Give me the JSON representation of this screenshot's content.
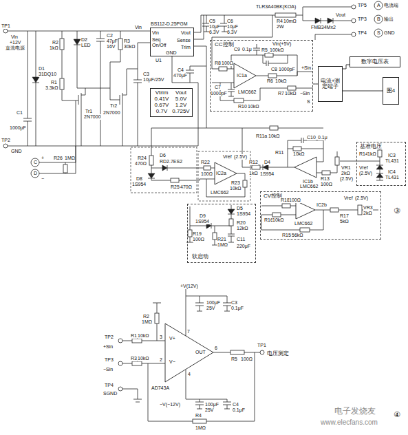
{
  "diagram": {
    "nodes": [
      {
        "text": [
          "CC控制"
        ]
      },
      {
        "text": [
          "电流+测定端子"
        ]
      },
      {
        "text": [
          "数字电压表"
        ]
      },
      {
        "text": [
          "图4"
        ]
      },
      {
        "text": [
          "基准电压"
        ]
      },
      {
        "text": [
          "CV控制"
        ]
      },
      {
        "text": [
          "软启动"
        ]
      },
      {
        "text": [
          "BS112-D.25PGM",
          "Vin",
          "Seq",
          "On/Off",
          "GND",
          "Vout",
          "Sense",
          "Trim"
        ]
      },
      {
        "text": [
          "Vtrim",
          "Vout",
          "0.41V",
          "5.0V",
          "0.67V",
          "1.2V",
          "0.7V",
          "0.725V"
        ]
      }
    ],
    "edges": [
      {
        "from": 0,
        "to": 1,
        "arrow": "none"
      },
      {
        "from": 1,
        "to": 2,
        "arrow": "none"
      },
      {
        "from": 1,
        "to": 3,
        "arrow": "none"
      }
    ],
    "labels": [
      "TP1",
      "Vin",
      "+12V",
      "直流电源",
      "D1",
      "31DQ10",
      "C1",
      "1000μF",
      "TP2",
      "GND",
      "R2",
      "1kΩ",
      "D2",
      "LED",
      "C2",
      "47μF",
      "16V",
      "R3",
      "30kΩ",
      "C3",
      "10μF/25V",
      "R1",
      "3.3kΩ",
      "Tr1",
      "2N7000",
      "Tr2",
      "2N7000",
      "C",
      "+",
      "D",
      "−",
      "R26",
      "1MΩ",
      "Vin",
      "U1",
      "C5",
      "10μF",
      "6.3V",
      "C6",
      "10μF",
      "6.3V",
      "C4",
      "470μF",
      "TLR3A40BK(KOA)",
      "R4",
      "10mΩ",
      "2W",
      "FMB34Mx2",
      "Vout",
      "TP5",
      "A",
      "电流端",
      "TP3",
      "B",
      "输出",
      "TP4",
      "S",
      "GND",
      "C9",
      "0.1μ",
      "Vin(+5V)",
      "R5",
      "100kΩ",
      "C8",
      "1000pF",
      "R8",
      "100Ω",
      "C7",
      "1000pF",
      "IC1a",
      "LMC662",
      "R6",
      "10kΩ",
      "R7",
      "10kΩ",
      "R10",
      "10kΩ",
      "+Sin",
      "−Sin",
      "S",
      "R14",
      "1kΩ",
      "Vref",
      "(2.5V)",
      "IC3",
      "TL431",
      "IC4",
      "TL431",
      "R11a",
      "10kΩ",
      "R11",
      "10kΩ",
      "C10",
      "0.1μ",
      "R12",
      "D4",
      "1kΩ",
      "1S954",
      "IC1b",
      "LMC662",
      "R13",
      "100Ω",
      "VR1",
      "2kΩ",
      "(2.5V)",
      "③",
      "R24",
      "470Ω",
      "D6",
      "RD2.7ES2",
      "D8",
      "1S954",
      "R25",
      "470Ω",
      "R22",
      "100Ω",
      "IC2a",
      "LMC662",
      "Vref",
      "(2.5V)",
      "R23",
      "10kΩ",
      "R18",
      "100Ω",
      "Vref",
      "(2.5V)",
      "R16",
      "10kΩ",
      "IC2b",
      "LMC662",
      "VR3",
      "2kΩ",
      "R17",
      "5kΩ",
      "R15",
      "56kΩ",
      "D5",
      "1S954",
      "D9",
      "1S954",
      "R20",
      "12kΩ",
      "R19",
      "100Ω",
      "R21",
      "1MΩ",
      "C11",
      "220μF",
      "+V(12V)",
      "R2",
      "1MΩ",
      "100μF",
      "25V",
      "C3",
      "0.1μF",
      "TP2",
      "R1",
      "10kΩ",
      "+Sin",
      "TP3",
      "R3",
      "10kΩ",
      "−Sin",
      "TP4",
      "SGND",
      "3",
      "2",
      "7",
      "4",
      "6",
      "V+",
      "V−",
      "OUT",
      "AD743A",
      "R5",
      "100Ω",
      "TP1",
      "电压测定",
      "R4",
      "1MΩ",
      "C4",
      "0.1μF",
      "100μF",
      "25V",
      "−V(−12V)",
      "④",
      "电子发烧友",
      "www.elecfans.com"
    ]
  }
}
